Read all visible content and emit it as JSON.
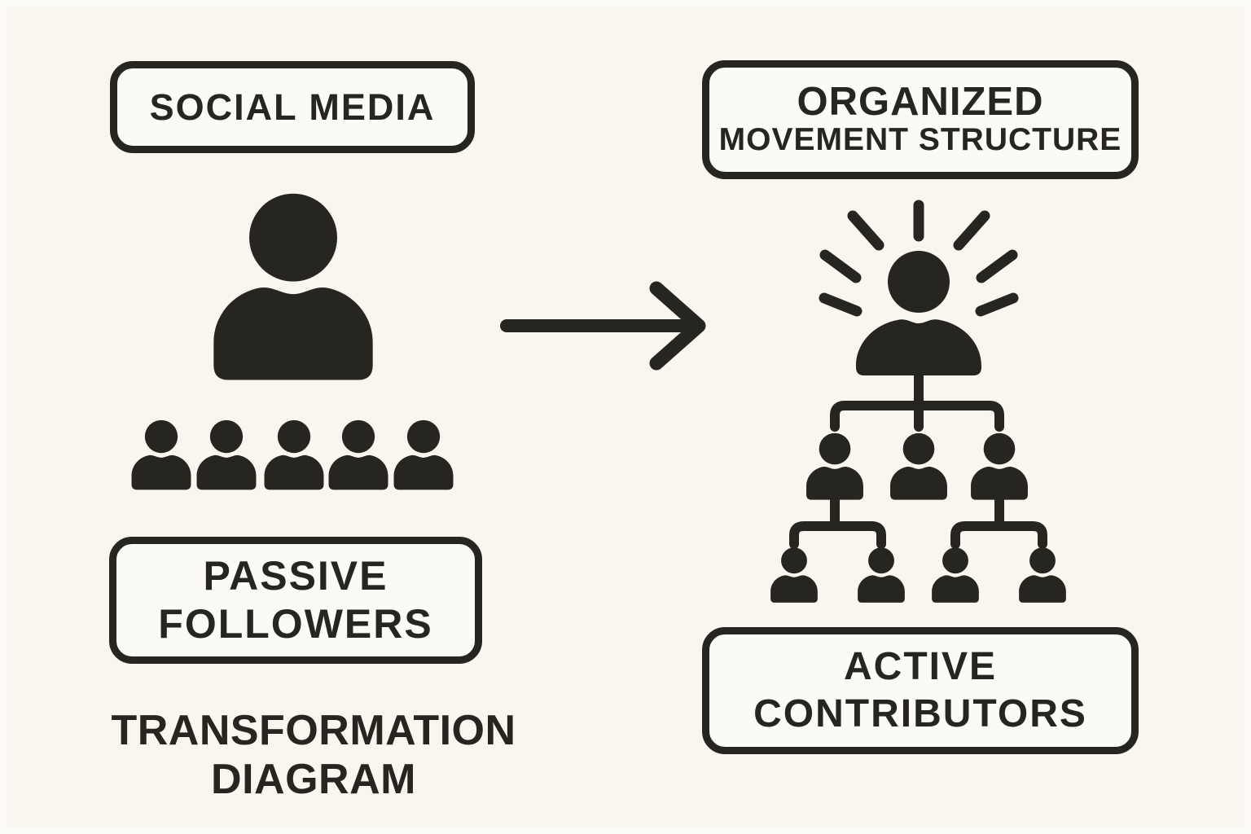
{
  "canvas": {
    "background": "#f8f6ef",
    "ink": "#26251f",
    "box_fill": "#fcfaf4"
  },
  "left_column": {
    "top_box": {
      "label": "SOCIAL MEDIA"
    },
    "figure": {
      "icon": "person-icon",
      "crowd_icon": "crowd-icon",
      "follower_count": 5
    },
    "bottom_box": {
      "line1": "PASSIVE",
      "line2": "FOLLOWERS"
    },
    "caption": {
      "line1": "TRANSFORMATION",
      "line2": "DIAGRAM"
    }
  },
  "arrow": {
    "icon": "arrow-right-icon",
    "direction": "right"
  },
  "right_column": {
    "top_box": {
      "line1": "ORGANIZED",
      "line2": "MOVEMENT STRUCTURE"
    },
    "figure": {
      "icon": "org-chart-icon",
      "leader_icon": "leader-sunburst-icon",
      "ray_count": 7,
      "tier2_count": 3,
      "tier3_count": 4
    },
    "bottom_box": {
      "line1": "ACTIVE",
      "line2": "CONTRIBUTORS"
    }
  }
}
